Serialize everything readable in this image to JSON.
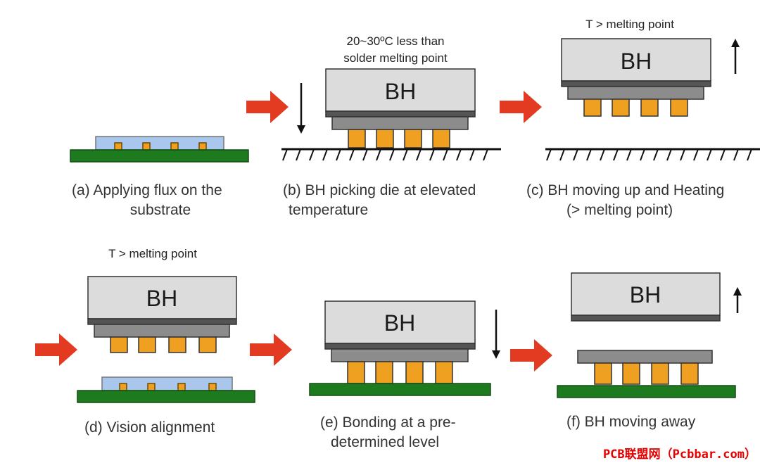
{
  "head_label": "BH",
  "notes": {
    "b_line1": "20~30ºC less than",
    "b_line2": "solder melting point",
    "c": "T > melting point",
    "d": "T > melting point"
  },
  "captions": {
    "a_line1": "(a) Applying flux on the",
    "a_line2": "substrate",
    "b_line1": "(b) BH picking die at elevated",
    "b_line2": "temperature",
    "c_line1": "(c) BH moving up and Heating",
    "c_line2": "(> melting point)",
    "d_line1": "(d) Vision alignment",
    "e_line1": "(e) Bonding at a pre-",
    "e_line2": "determined level",
    "f_line1": "(f) BH moving away"
  },
  "watermark": "PCB联盟网（Pcbbar.com）",
  "colors": {
    "substrate": "#1e7a1e",
    "flux": "#a9c6ec",
    "bump": "#f0a020",
    "head": "#dcdcdc",
    "die": "#8c8c8c",
    "arrow": "#e23b22"
  }
}
